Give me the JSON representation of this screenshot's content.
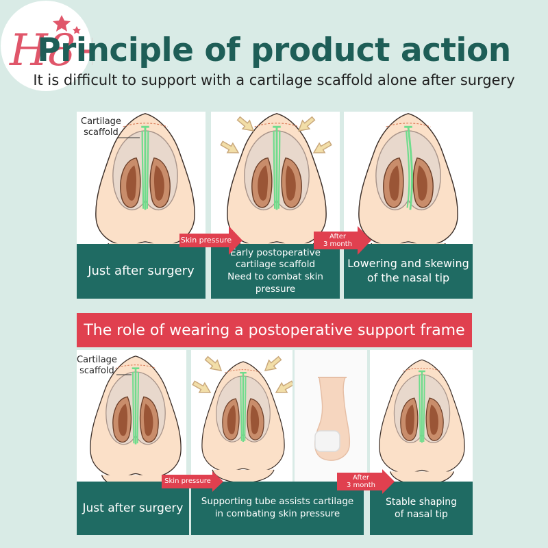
{
  "logo_text": "H8+",
  "title": "Principle of product action",
  "subtitle": "It is difficult to support with a cartilage scaffold alone after surgery",
  "top_row": {
    "callout_line1": "Cartilage",
    "callout_line2": "scaffold",
    "panel1_label": "Just after surgery",
    "panel2_label_line1": "Early postoperative",
    "panel2_label_line2": "cartilage scaffold",
    "panel2_label_line3": "Need to combat skin",
    "panel2_label_line4": "pressure",
    "panel3_label_line1": "Lowering and skewing",
    "panel3_label_line2": "of the nasal tip",
    "arrow1_text": "Skin pressure",
    "arrow2_line1": "After",
    "arrow2_line2": "3 month"
  },
  "banner": "The role of wearing a postoperative support frame",
  "bottom_row": {
    "callout_line1": "Cartilage",
    "callout_line2": "scaffold",
    "panel1_label": "Just after surgery",
    "panel2_label_line1": "Supporting tube assists cartilage",
    "panel2_label_line2": "in combating skin pressure",
    "panel3_label_line1": "Stable shaping",
    "panel3_label_line2": "of nasal tip",
    "arrow1_text": "Skin pressure",
    "arrow2_line1": "After",
    "arrow2_line2": "3 month"
  },
  "colors": {
    "accent_teal": "#1f6b63",
    "accent_red": "#e0404f",
    "background": "#d9ebe6"
  }
}
